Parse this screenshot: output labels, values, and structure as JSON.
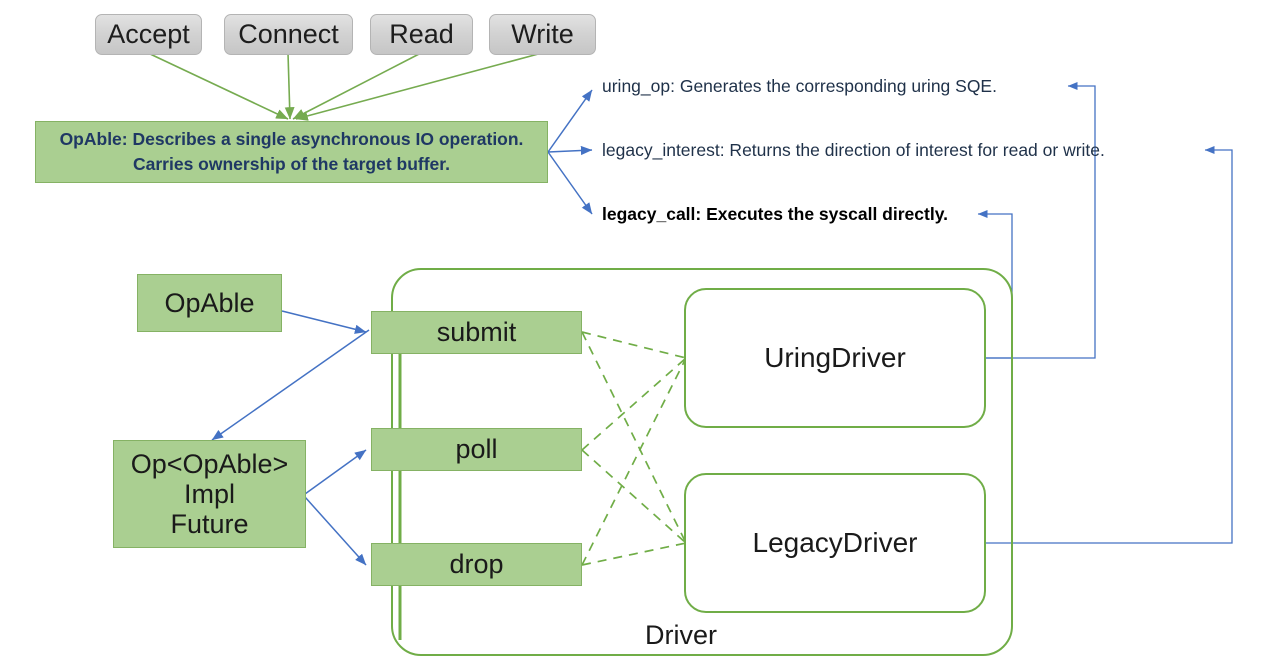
{
  "diagram": {
    "title": "Rust async IO driver architecture diagram",
    "colors": {
      "green_fill": "#aacf91",
      "green_stroke": "#70ad47",
      "gray_fill": "#d3d3d3",
      "gray_stroke": "#b4b4b4",
      "blue_arrow": "#4472c4",
      "navy_text": "#1f3864",
      "black_text": "#1a1a1a"
    },
    "operations": [
      {
        "label": "Accept"
      },
      {
        "label": "Connect"
      },
      {
        "label": "Read"
      },
      {
        "label": "Write"
      }
    ],
    "opable_description": {
      "line1": "OpAble: Describes a single asynchronous IO operation.",
      "line2": "Carries ownership of the target buffer."
    },
    "trait_methods": [
      {
        "name": "uring_op",
        "text": "uring_op: Generates the corresponding uring SQE.",
        "emphasis": "normal"
      },
      {
        "name": "legacy_interest",
        "text": "legacy_interest: Returns the direction of interest for read or write.",
        "emphasis": "normal"
      },
      {
        "name": "legacy_call",
        "text": "legacy_call: Executes the syscall directly.",
        "emphasis": "strong"
      }
    ],
    "opable_box": {
      "label": "OpAble"
    },
    "op_future_box": {
      "line1": "Op<OpAble>",
      "line2": "Impl",
      "line3": "Future"
    },
    "driver_methods": [
      {
        "label": "submit"
      },
      {
        "label": "poll"
      },
      {
        "label": "drop"
      }
    ],
    "drivers": [
      {
        "label": "UringDriver"
      },
      {
        "label": "LegacyDriver"
      }
    ],
    "driver_container": {
      "label": "Driver"
    }
  }
}
